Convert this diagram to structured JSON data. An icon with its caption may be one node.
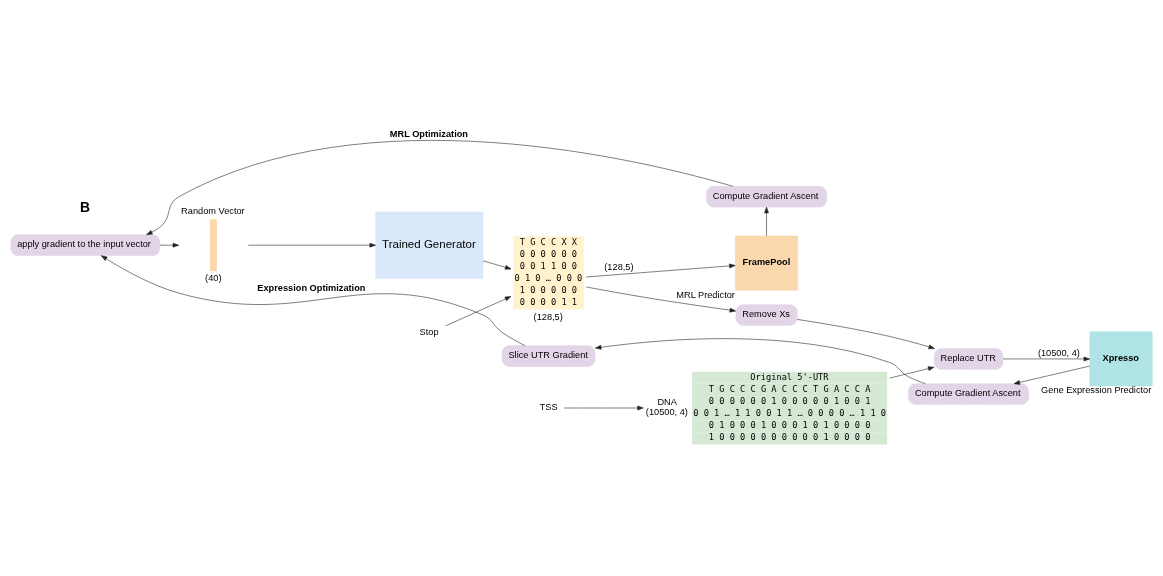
{
  "diagram": {
    "nodes": [
      {
        "text": [
          "Compute Gradient Ascent"
        ]
      },
      {
        "text": [
          "apply gradient to the input vector"
        ]
      },
      {
        "text": [
          "Random Vector"
        ],
        "beside": [
          "(40)"
        ]
      },
      {
        "text": [
          "Trained Generator"
        ]
      },
      {
        "text": [
          "T G C C X X",
          "0 0 0 0 0 0",
          "0 0 1 1 0 0",
          "0 1 0 … 0 0 0",
          "1 0 0 0 0 0",
          "0 0 0 0 1 1"
        ],
        "beside": [
          "(128,5)"
        ]
      },
      {
        "text": [
          "Stop"
        ]
      },
      {
        "text": [
          "FramePool"
        ],
        "beside": [
          "MRL Predictor"
        ]
      },
      {
        "text": [
          "Original 5'-UTR",
          "T G C C C G A C C C T G A C C A",
          "0 0 0 0 0 0 1 0 0 0 0 0 1 0 0 1",
          "0 0 1 … 1 1 0 0 1 1 … 0 0 0 0 … 1 1 0",
          "0 1 0 0 0 1 0 0 0 1 0 1 0 0 0 0",
          "1 0 0 0 0 0 0 0 0 0 0 1 0 0 0 0"
        ],
        "beside": [
          "DNA",
          "(10500, 4)"
        ]
      },
      {
        "text": [
          "TSS"
        ]
      },
      {
        "text": [
          "Remove Xs"
        ]
      },
      {
        "text": [
          "Replace UTR"
        ]
      },
      {
        "text": [
          "Xpresso"
        ],
        "beside": [
          "Gene Expression Predictor"
        ]
      },
      {
        "text": [
          "Compute Gradient Ascent"
        ]
      },
      {
        "text": [
          "Slice UTR Gradient"
        ]
      }
    ],
    "edges": [
      {
        "from": 6,
        "to": 0,
        "arrow": "to"
      },
      {
        "from": 0,
        "to": 1,
        "arrow": "to",
        "label": "MRL Optimization"
      },
      {
        "from": 1,
        "to": 2,
        "arrow": "to"
      },
      {
        "from": 2,
        "to": 3,
        "arrow": "to"
      },
      {
        "from": 3,
        "to": 4,
        "arrow": "to"
      },
      {
        "from": 5,
        "to": 4,
        "arrow": "to"
      },
      {
        "from": 4,
        "to": 6,
        "arrow": "to",
        "label": "(128,5)"
      },
      {
        "from": 4,
        "to": 9,
        "arrow": "to"
      },
      {
        "from": 9,
        "to": 10,
        "arrow": "to"
      },
      {
        "from": 8,
        "to": 7,
        "arrow": "to"
      },
      {
        "from": 7,
        "to": 10,
        "arrow": "to"
      },
      {
        "from": 10,
        "to": 11,
        "arrow": "to",
        "label": "(10500, 4)"
      },
      {
        "from": 11,
        "to": 12,
        "arrow": "to"
      },
      {
        "from": 12,
        "to": 13,
        "arrow": "to"
      },
      {
        "from": 13,
        "to": 1,
        "arrow": "to",
        "label": "Expression Optimization"
      }
    ],
    "labels": [
      "B"
    ]
  }
}
